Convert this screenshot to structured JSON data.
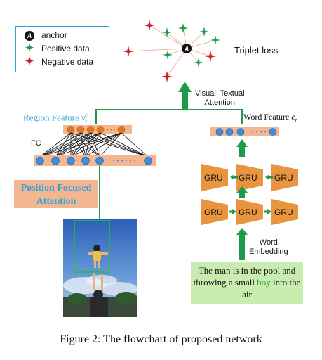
{
  "legend": {
    "items": [
      {
        "symbol": "A",
        "label": "anchor"
      },
      {
        "symbol": "✦",
        "label": "Positive data",
        "color": "#20a050"
      },
      {
        "symbol": "✦",
        "label": "Negative data",
        "color": "#d0202a"
      }
    ]
  },
  "triplet": {
    "label": "Triplet loss",
    "anchor_symbol": "A",
    "positive_color": "#20a050",
    "negative_color": "#d0202a"
  },
  "visual_textual_attention": "Visual  Textual\nAttention",
  "region_feature": {
    "label": "Region Feature ",
    "symbol": "v",
    "sub": "i",
    "sup": "e",
    "color": "#2aa4dd"
  },
  "word_feature": {
    "label": "Word Feature ",
    "symbol": "e",
    "sub": "t"
  },
  "fc_label": "FC",
  "position_focused_attention": "Position Focused Attention",
  "gru": {
    "label": "GRU"
  },
  "word_embedding": "Word\nEmbedding",
  "sentence": {
    "before": "The man is in the pool and throwing a small ",
    "highlight": "boy",
    "after": " into the air",
    "highlight_color": "#2aa84a"
  },
  "caption": "Figure 2: The flowchart of proposed network",
  "colors": {
    "node_blue": "#3a8fe0",
    "node_orange": "#e07820",
    "bar_peach": "#f4b690",
    "arrow_green": "#1f9a4a",
    "gru_orange": "#e9953f"
  }
}
